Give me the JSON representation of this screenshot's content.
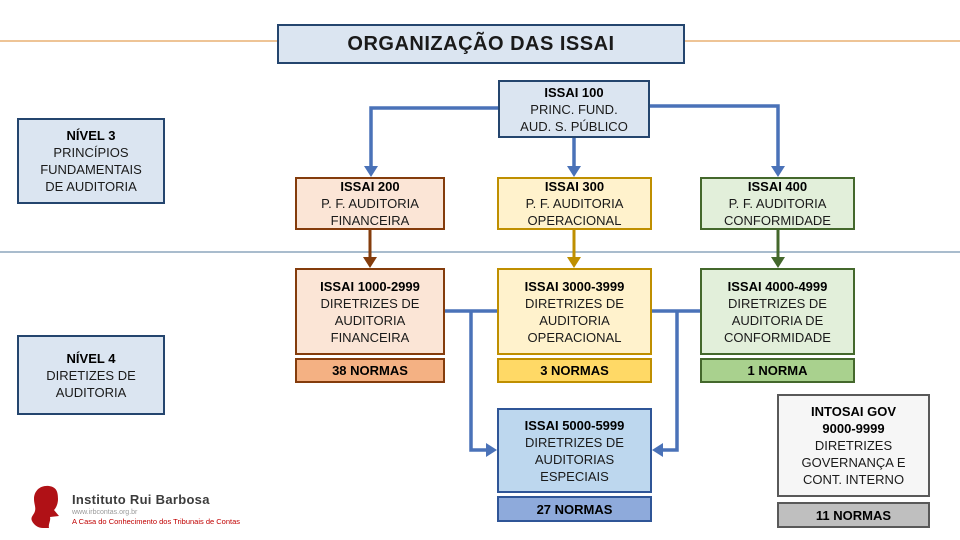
{
  "title": "ORGANIZAÇÃO DAS ISSAI",
  "levels": {
    "nivel3": {
      "title": "NÍVEL 3",
      "body": "PRINCÍPIOS\nFUNDAMENTAIS\nDE AUDITORIA"
    },
    "nivel4": {
      "title": "NÍVEL 4",
      "body": "DIRETIZES DE\nAUDITORIA"
    }
  },
  "nodes": {
    "issai100": {
      "title": "ISSAI 100",
      "body": "PRINC. FUND.\nAUD. S. PÚBLICO"
    },
    "issai200": {
      "title": "ISSAI 200",
      "body": "P. F. AUDITORIA\nFINANCEIRA"
    },
    "issai300": {
      "title": "ISSAI 300",
      "body": "P. F. AUDITORIA\nOPERACIONAL"
    },
    "issai400": {
      "title": "ISSAI 400",
      "body": "P. F. AUDITORIA\nCONFORMIDADE"
    },
    "issai1000": {
      "title": "ISSAI 1000-2999",
      "body": "DIRETRIZES DE\nAUDITORIA\nFINANCEIRA",
      "normas": "38 NORMAS"
    },
    "issai3000": {
      "title": "ISSAI 3000-3999",
      "body": "DIRETRIZES DE\nAUDITORIA\nOPERACIONAL",
      "normas": "3 NORMAS"
    },
    "issai4000": {
      "title": "ISSAI 4000-4999",
      "body": "DIRETRIZES DE\nAUDITORIA DE\nCONFORMIDADE",
      "normas": "1 NORMA"
    },
    "issai5000": {
      "title": "ISSAI 5000-5999",
      "body": "DIRETRIZES DE\nAUDITORIAS\nESPECIAIS",
      "normas": "27 NORMAS"
    },
    "intosai": {
      "title": "INTOSAI GOV\n9000-9999",
      "body": "DIRETRIZES\nGOVERNANÇA E\nCONT. INTERNO",
      "normas": "11 NORMAS"
    }
  },
  "logo": {
    "name": "Instituto Rui Barbosa",
    "url": "www.irbcontas.org.br",
    "tagline": "A Casa do Conhecimento dos Tribunais de Contas"
  },
  "colors": {
    "connector_blue": "#4a72b8",
    "connector_brown": "#843c0c",
    "connector_gold": "#bf8f00",
    "connector_green": "#44682c",
    "accent_top": "#eec496",
    "accent_mid": "#a9bccd",
    "logo_red": "#b01116"
  }
}
